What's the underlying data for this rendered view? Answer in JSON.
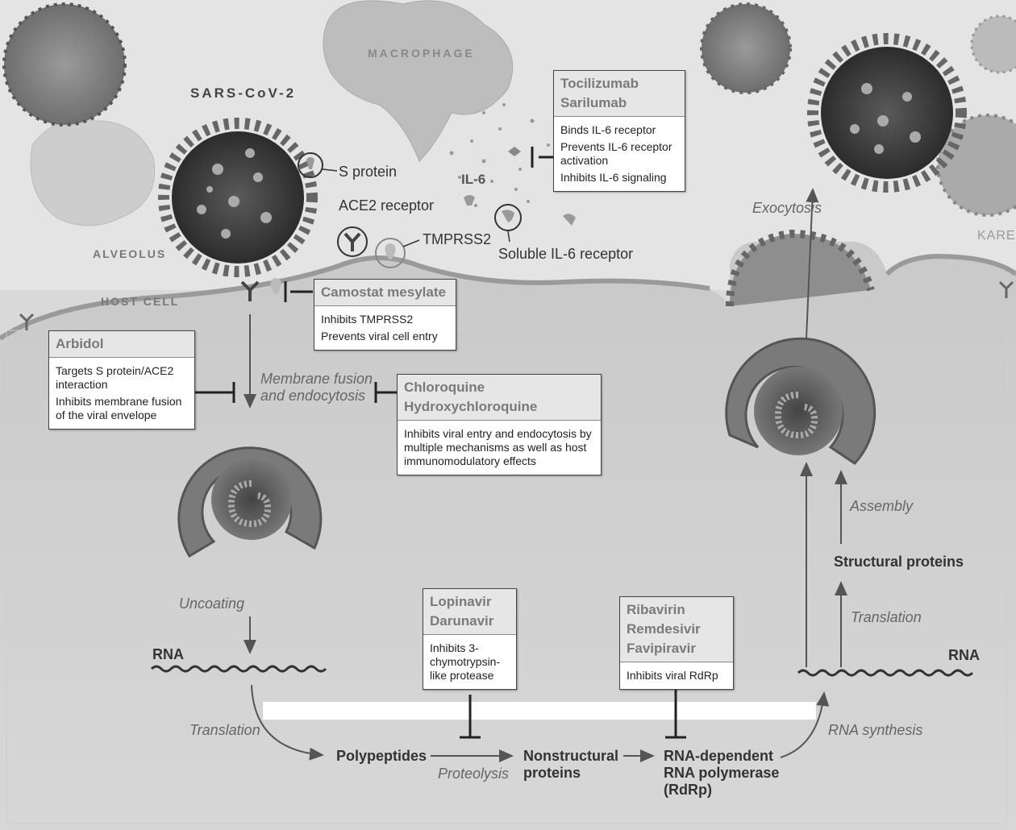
{
  "labels": {
    "sars_cov_2": "SARS-CoV-2",
    "macrophage": "MACROPHAGE",
    "alveolus": "ALVEOLUS",
    "host_cell": "HOST CELL",
    "s_protein": "S protein",
    "ace2_receptor": "ACE2 receptor",
    "tmprss2": "TMPRSS2",
    "il6": "IL-6",
    "soluble_il6_receptor": "Soluble IL-6 receptor",
    "exocytosis": "Exocytosis",
    "karen": "KAREN",
    "membrane_fusion_1": "Membrane fusion",
    "membrane_fusion_2": "and endocytosis",
    "uncoating": "Uncoating",
    "rna_left": "RNA",
    "rna_right": "RNA",
    "translation_left": "Translation",
    "translation_right": "Translation",
    "polypeptides": "Polypeptides",
    "proteolysis": "Proteolysis",
    "nonstructural_1": "Nonstructural",
    "nonstructural_2": "proteins",
    "rdrp_1": "RNA-dependent",
    "rdrp_2": "RNA polymerase",
    "rdrp_3": "(RdRp)",
    "rna_synthesis": "RNA synthesis",
    "structural_proteins": "Structural proteins",
    "assembly": "Assembly"
  },
  "boxes": {
    "tocilizumab": {
      "title": [
        "Tocilizumab",
        "Sarilumab"
      ],
      "lines": [
        "Binds IL-6 receptor",
        "Prevents IL-6 receptor activation",
        "Inhibits IL-6 signaling"
      ]
    },
    "camostat": {
      "title": [
        "Camostat mesylate"
      ],
      "lines": [
        "Inhibits TMPRSS2",
        "Prevents viral cell entry"
      ]
    },
    "arbidol": {
      "title": [
        "Arbidol"
      ],
      "lines": [
        "Targets S protein/ACE2 interaction",
        "Inhibits membrane fusion of the viral envelope"
      ]
    },
    "chloroquine": {
      "title": [
        "Chloroquine",
        "Hydroxychloroquine"
      ],
      "lines": [
        "Inhibits viral entry and endocytosis by multiple mechanisms as well as host immunomodulatory effects"
      ]
    },
    "lopinavir": {
      "title": [
        "Lopinavir",
        "Darunavir"
      ],
      "lines": [
        "Inhibits 3-chymotrypsin-like protease"
      ]
    },
    "ribavirin": {
      "title": [
        "Ribavirin",
        "Remdesivir",
        "Favipiravir"
      ],
      "lines": [
        "Inhibits viral RdRp"
      ]
    }
  }
}
